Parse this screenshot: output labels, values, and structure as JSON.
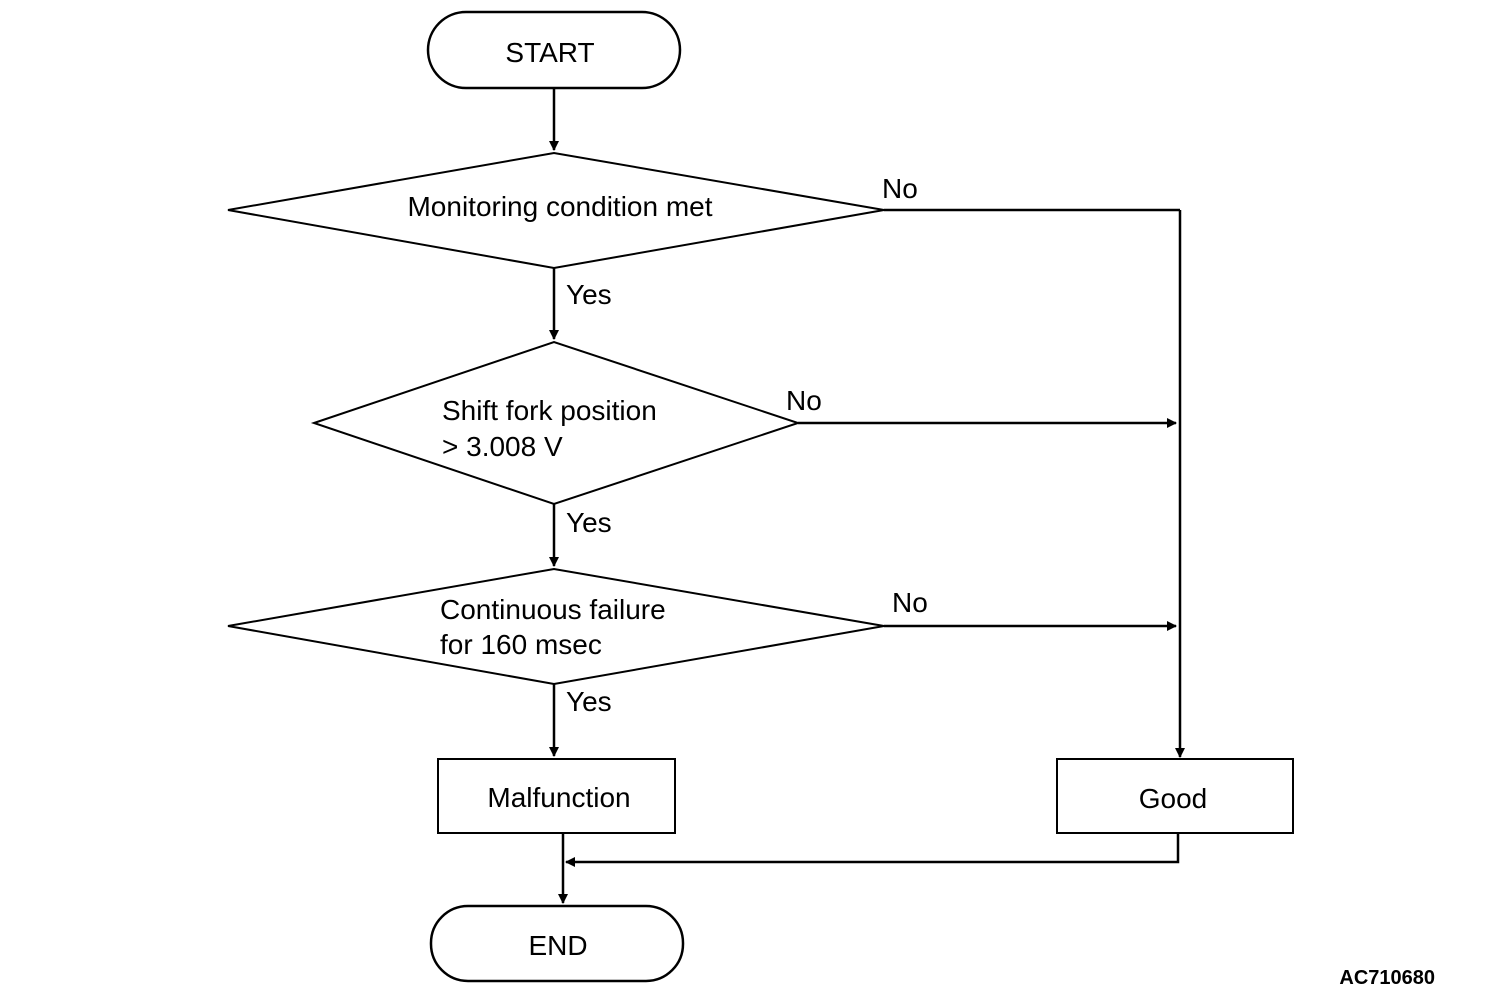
{
  "flowchart": {
    "start": "START",
    "decision_monitoring": "Monitoring condition met",
    "decision_shift_fork": [
      "Shift fork position",
      "> 3.008 V"
    ],
    "decision_continuous": [
      "Continuous failure",
      "for 160 msec"
    ],
    "malfunction": "Malfunction",
    "good": "Good",
    "end": "END",
    "yes_label": "Yes",
    "no_label": "No"
  },
  "figure_code": "AC710680"
}
